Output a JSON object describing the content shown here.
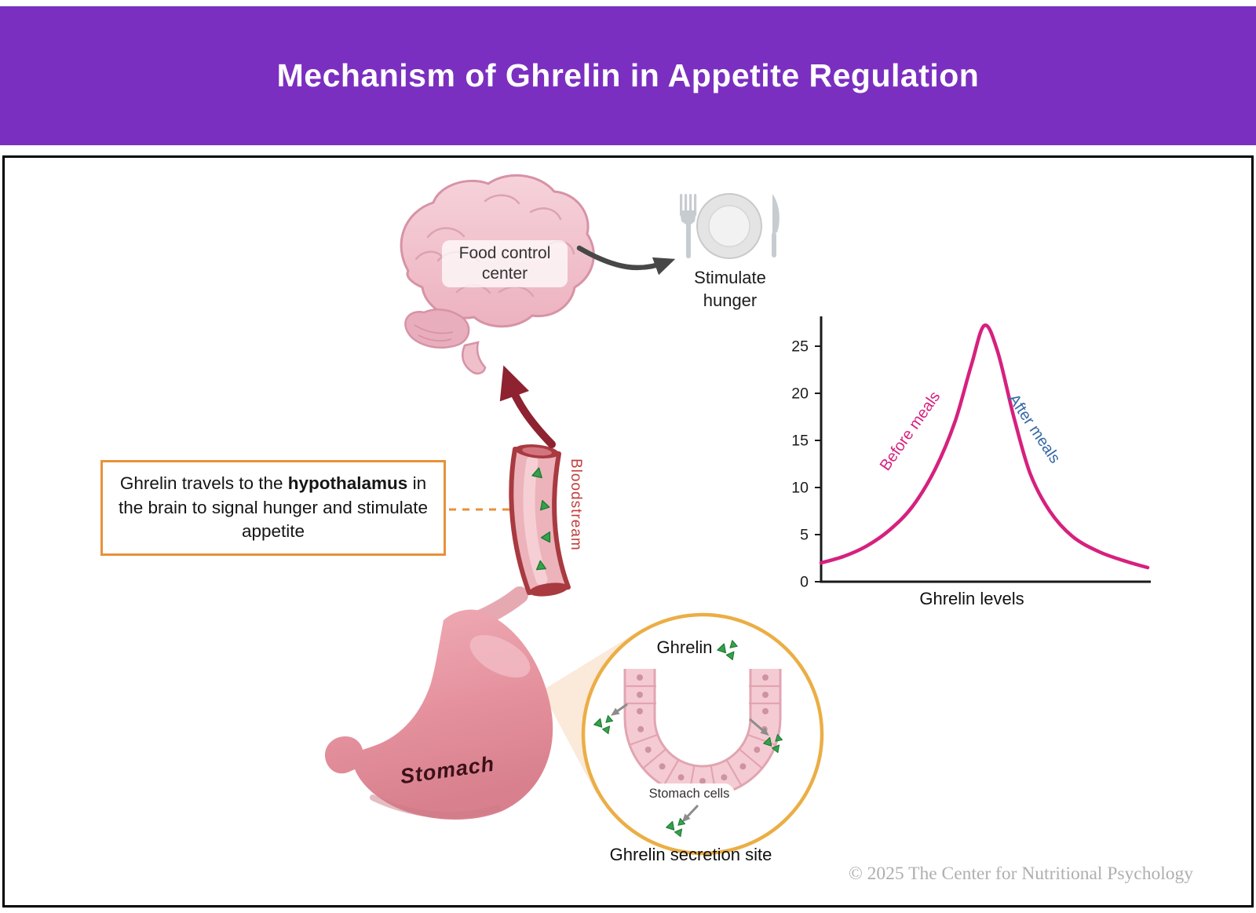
{
  "header": {
    "title": "Mechanism of Ghrelin in Appetite Regulation"
  },
  "brain": {
    "label": "Food control center"
  },
  "meal": {
    "label": "Stimulate hunger"
  },
  "info_box": {
    "part1": "Ghrelin travels to the ",
    "bold": "hypothalamus",
    "part2": " in the brain to signal hunger and stimulate appetite"
  },
  "bloodstream": {
    "label": "Bloodstream"
  },
  "stomach": {
    "label": "Stomach"
  },
  "inset": {
    "ghrelin_label": "Ghrelin",
    "cells_label": "Stomach cells",
    "caption": "Ghrelin secretion site"
  },
  "chart_data": {
    "type": "line",
    "title": "",
    "xlabel": "Ghrelin levels",
    "ylabel": "",
    "xlim": [
      0,
      10
    ],
    "ylim": [
      0,
      28
    ],
    "yticks": [
      0,
      5,
      10,
      15,
      20,
      25
    ],
    "grid": false,
    "legend": "none",
    "line_color": "#D6217E",
    "series": [
      {
        "name": "Ghrelin level",
        "x": [
          0,
          0.7,
          1.4,
          2.1,
          2.8,
          3.5,
          4.1,
          4.6,
          5.0,
          5.4,
          5.9,
          6.4,
          7.0,
          7.7,
          8.5,
          9.3,
          10
        ],
        "y": [
          2,
          2.7,
          3.8,
          5.5,
          8,
          12,
          17,
          23,
          27.2,
          24.5,
          17.5,
          11.5,
          7.5,
          4.8,
          3.2,
          2.2,
          1.5
        ]
      }
    ],
    "annotations": [
      {
        "text": "Before meals",
        "color": "#D6217E",
        "position": "ascending-slope"
      },
      {
        "text": "After meals",
        "color": "#3468A4",
        "position": "descending-slope"
      }
    ]
  },
  "footer": {
    "copyright": "© 2025 The Center for Nutritional Psychology"
  },
  "colors": {
    "header_purple": "#7B2FC0",
    "info_box_orange": "#E8913A",
    "inset_ring_orange": "#EBAE45",
    "curve_pink": "#D6217E",
    "after_meals_blue": "#3468A4",
    "ghrelin_green": "#35A14C",
    "vessel_red": "#A83A40",
    "arrow_dark_red": "#8E2230"
  }
}
